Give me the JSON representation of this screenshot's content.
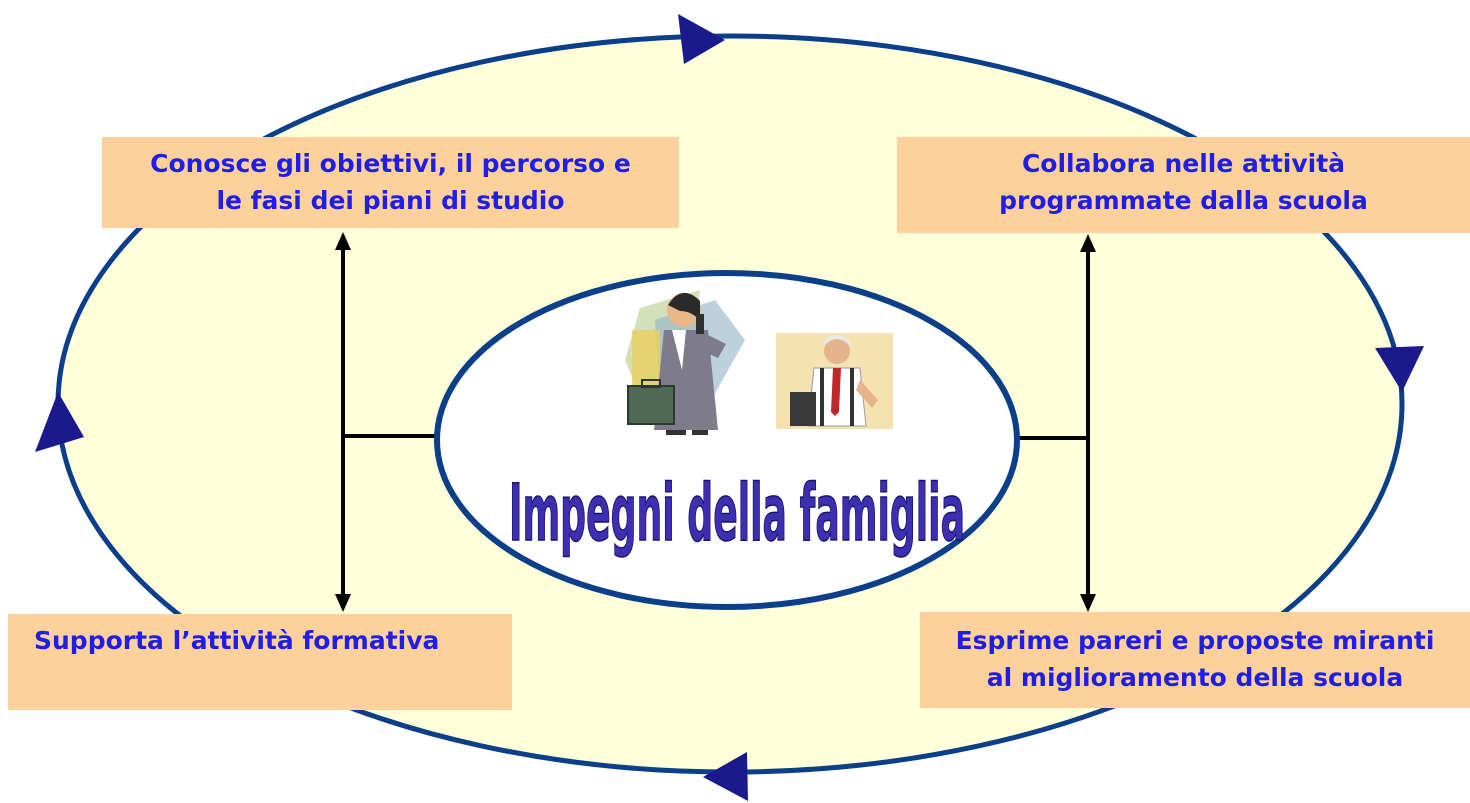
{
  "center": {
    "title": "Impegni della famiglia"
  },
  "boxes": {
    "top_left": [
      "Conosce gli obiettivi, il percorso e",
      "le fasi dei piani di studio"
    ],
    "top_right": [
      "Collabora nelle attività",
      "programmate dalla scuola"
    ],
    "bottom_left": [
      "Supporta l’attività formativa"
    ],
    "bottom_right": [
      "Esprime pareri e proposte miranti",
      "al miglioramento della scuola"
    ]
  },
  "colors": {
    "outer_ellipse_fill": "#ffffd9",
    "outer_ellipse_stroke": "#0b3f8a",
    "inner_ellipse_stroke": "#0b3f8a",
    "box_fill": "#fdd09c",
    "box_text": "#1e1ee6",
    "arrow_fill": "#1a1a8c",
    "connector": "#000000"
  },
  "icons": [
    "businesswoman-on-phone-icon",
    "elderly-man-with-briefcase-icon",
    "cycle-arrow-icon"
  ]
}
